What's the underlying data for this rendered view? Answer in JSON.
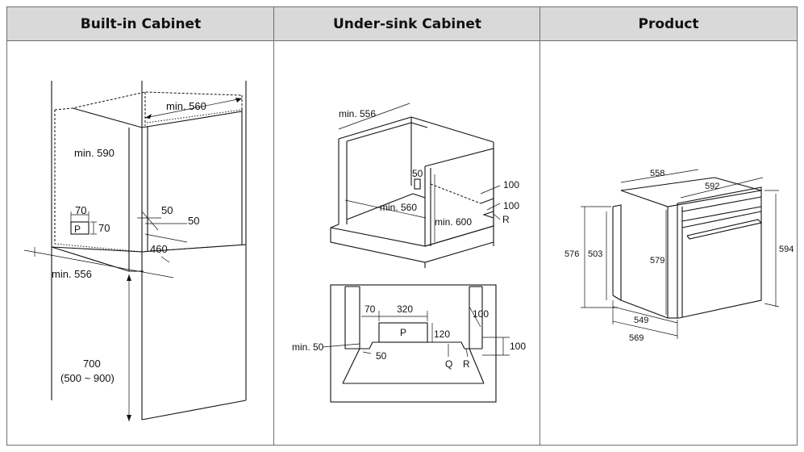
{
  "headers": {
    "built_in": "Built-in Cabinet",
    "under_sink": "Under-sink Cabinet",
    "product": "Product"
  },
  "built_in": {
    "min_560": "min. 560",
    "min_590": "min. 590",
    "dim_70_h": "70",
    "dim_70_v": "70",
    "label_p": "P",
    "dim_50_a": "50",
    "dim_50_b": "50",
    "dim_460": "460",
    "min_556": "min. 556",
    "height_700": "700",
    "height_range": "(500 ~ 900)"
  },
  "under_sink_top": {
    "min_556": "min. 556",
    "dim_50": "50",
    "min_560": "min. 560",
    "min_600": "min. 600",
    "dim_100_a": "100",
    "dim_100_b": "100",
    "label_r": "R"
  },
  "under_sink_bottom": {
    "dim_70": "70",
    "dim_320": "320",
    "label_p": "P",
    "dim_120": "120",
    "dim_100_a": "100",
    "dim_100_b": "100",
    "min_50": "min. 50",
    "dim_50": "50",
    "label_q": "Q",
    "label_r": "R"
  },
  "product": {
    "dim_558": "558",
    "dim_592": "592",
    "dim_576": "576",
    "dim_503": "503",
    "dim_579": "579",
    "dim_594": "594",
    "dim_549": "549",
    "dim_569": "569"
  }
}
